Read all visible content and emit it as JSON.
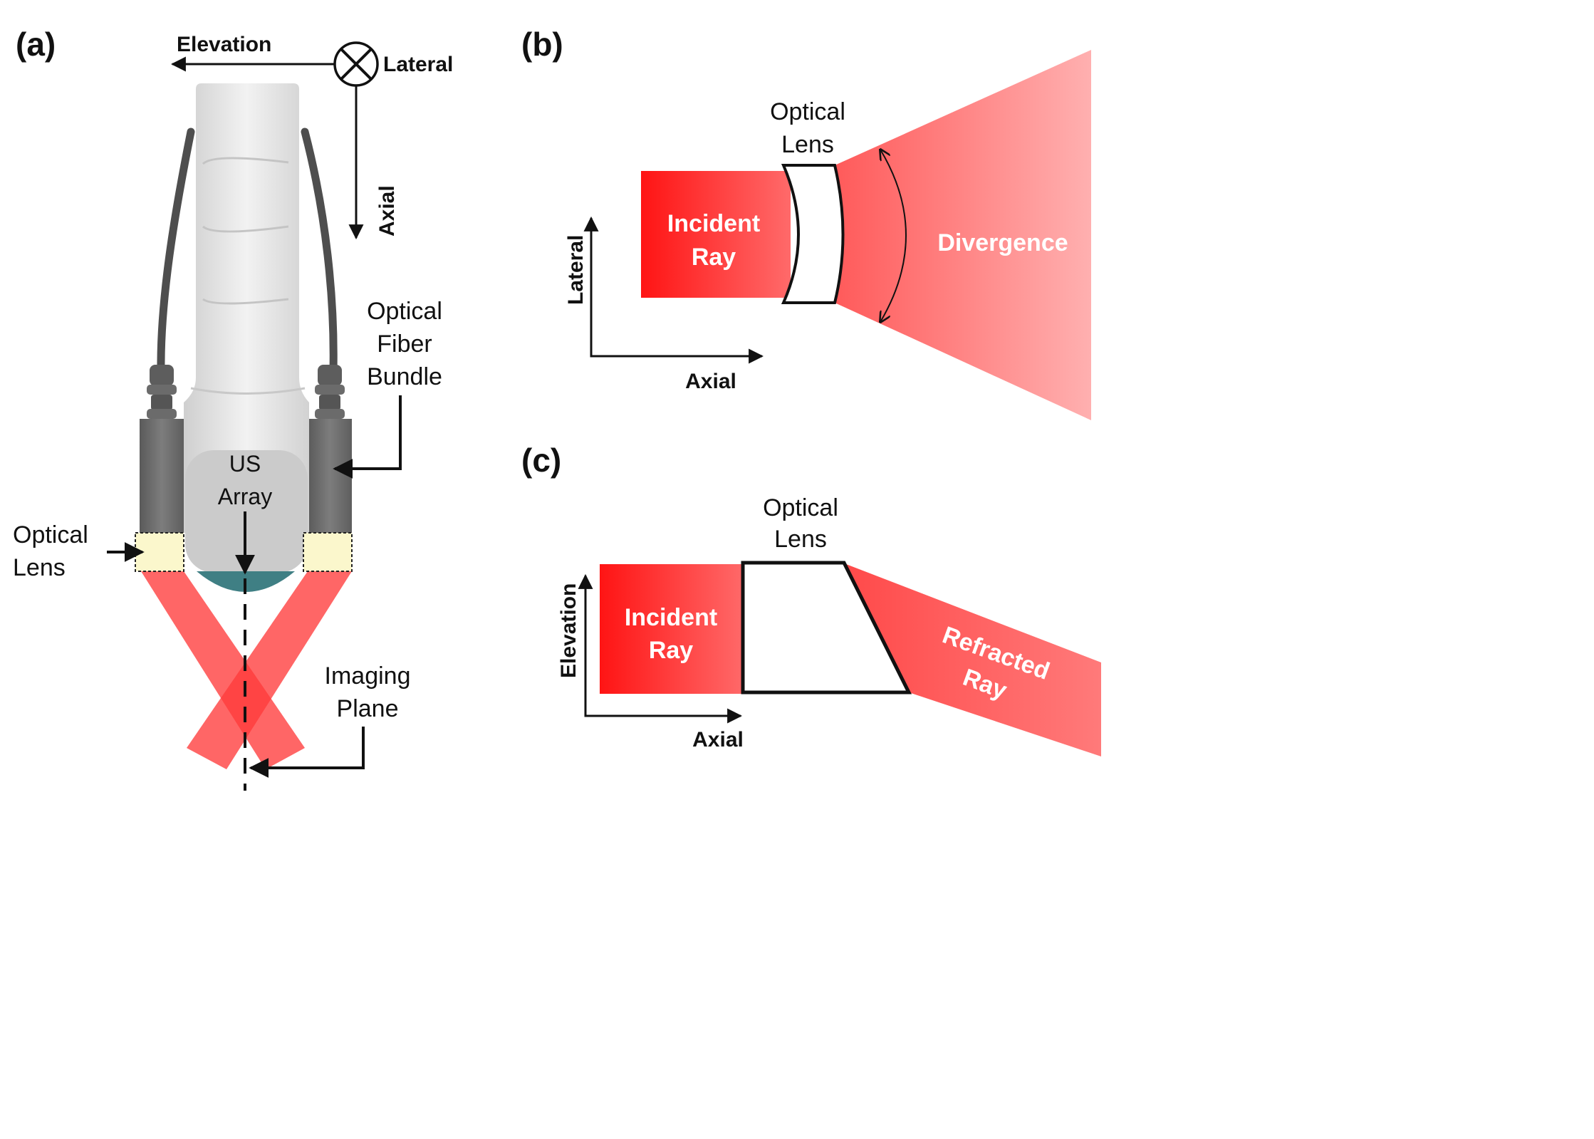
{
  "panel_a": {
    "label": "(a)",
    "axis_elevation": "Elevation",
    "axis_lateral": "Lateral",
    "axis_axial": "Axial",
    "fiber_bundle": [
      "Optical",
      "Fiber",
      "Bundle"
    ],
    "us_array": [
      "US",
      "Array"
    ],
    "optical_lens": [
      "Optical",
      "Lens"
    ],
    "imaging_plane": [
      "Imaging",
      "Plane"
    ]
  },
  "panel_b": {
    "label": "(b)",
    "lens_label": [
      "Optical",
      "Lens"
    ],
    "incident": [
      "Incident",
      "Ray"
    ],
    "divergence": "Divergence",
    "axis_lateral": "Lateral",
    "axis_axial": "Axial"
  },
  "panel_c": {
    "label": "(c)",
    "lens_label": [
      "Optical",
      "Lens"
    ],
    "incident": [
      "Incident",
      "Ray"
    ],
    "refracted": [
      "Refracted",
      "Ray"
    ],
    "axis_elevation": "Elevation",
    "axis_axial": "Axial"
  },
  "colors": {
    "ray_red": "#ff1a1a",
    "ray_light": "#ff6a6a",
    "probe_gray": "#e4e4e4",
    "housing_dark": "#6a6a6a",
    "lens_yellow": "#fbf7cc",
    "acoustic_teal": "#3f7f84"
  }
}
